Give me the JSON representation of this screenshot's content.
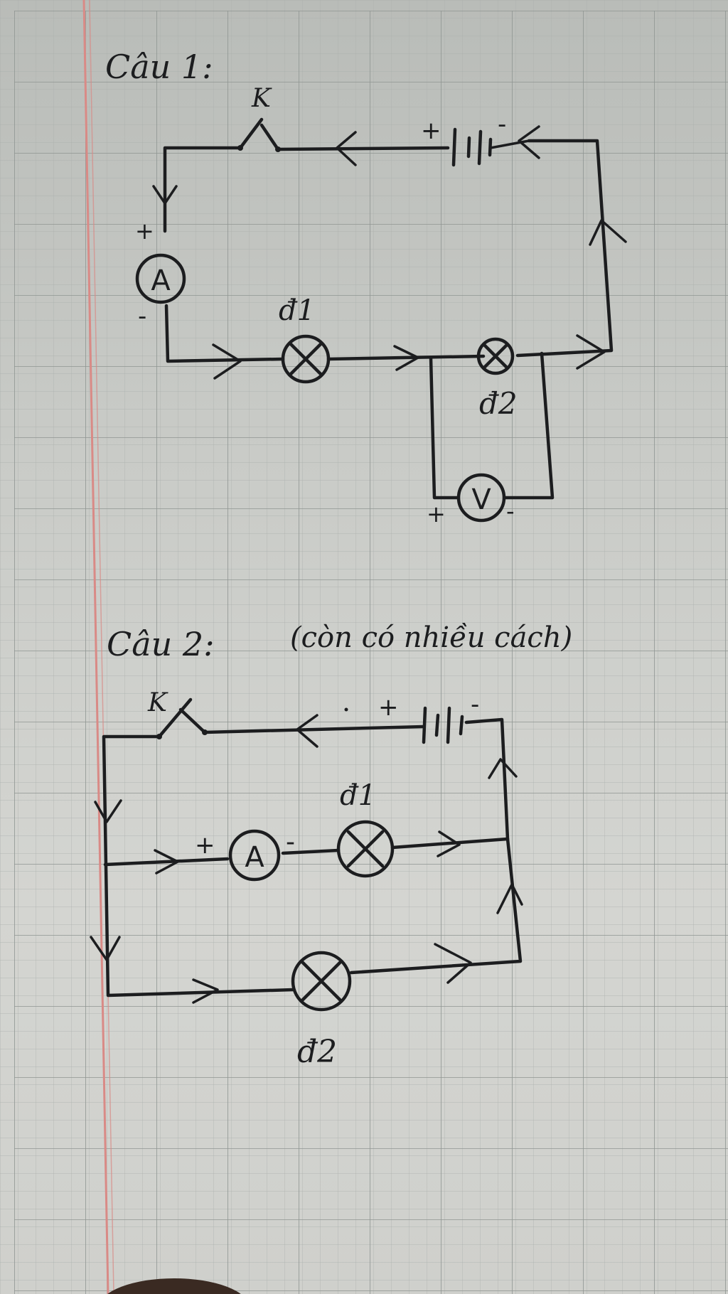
{
  "question_1": {
    "title": "Câu 1:",
    "switch_label": "K",
    "battery_plus": "+",
    "battery_minus": "-",
    "ammeter_symbol": "A",
    "ammeter_plus": "+",
    "ammeter_minus": "-",
    "lamp1_label": "đ1",
    "lamp2_label": "đ2",
    "voltmeter_symbol": "V",
    "voltmeter_plus": "+",
    "voltmeter_minus": "-"
  },
  "question_2": {
    "title": "Câu 2:",
    "note": "(còn có nhiều cách)",
    "switch_label": "K",
    "battery_plus": "+",
    "battery_minus": "-",
    "ammeter_symbol": "A",
    "ammeter_plus": "+",
    "ammeter_minus": "-",
    "lamp1_label": "đ1",
    "lamp2_label": "đ2"
  },
  "colors": {
    "paper": "#c9cbc7",
    "ink": "#1c1d1f",
    "margin_line": "#d98a86"
  }
}
